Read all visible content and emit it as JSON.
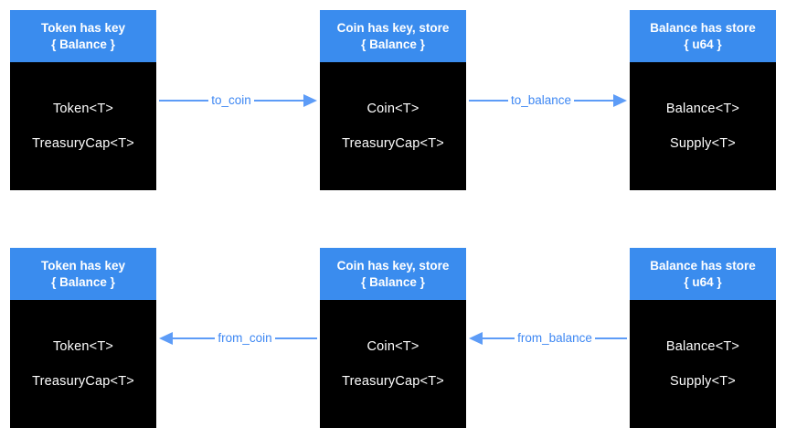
{
  "diagram": {
    "colors": {
      "page_bg": "#ffffff",
      "header_bg": "#3a8cee",
      "header_text": "#ffffff",
      "body_bg": "#000000",
      "body_text": "#ffffff",
      "arrow_line": "#5d9cf7",
      "arrow_label": "#3d87f3"
    },
    "rows": [
      {
        "boxes": [
          {
            "title": "Token has key",
            "subtitle": "{ Balance }",
            "items": [
              "Token<T>",
              "TreasuryCap<T>"
            ]
          },
          {
            "title": "Coin has key, store",
            "subtitle": "{ Balance }",
            "items": [
              "Coin<T>",
              "TreasuryCap<T>"
            ]
          },
          {
            "title": "Balance has store",
            "subtitle": "{ u64 }",
            "items": [
              "Balance<T>",
              "Supply<T>"
            ]
          }
        ],
        "arrows": [
          {
            "label": "to_coin",
            "direction": "right"
          },
          {
            "label": "to_balance",
            "direction": "right"
          }
        ]
      },
      {
        "boxes": [
          {
            "title": "Token has key",
            "subtitle": "{ Balance }",
            "items": [
              "Token<T>",
              "TreasuryCap<T>"
            ]
          },
          {
            "title": "Coin has key, store",
            "subtitle": "{ Balance }",
            "items": [
              "Coin<T>",
              "TreasuryCap<T>"
            ]
          },
          {
            "title": "Balance has store",
            "subtitle": "{ u64 }",
            "items": [
              "Balance<T>",
              "Supply<T>"
            ]
          }
        ],
        "arrows": [
          {
            "label": "from_coin",
            "direction": "left"
          },
          {
            "label": "from_balance",
            "direction": "left"
          }
        ]
      }
    ]
  }
}
